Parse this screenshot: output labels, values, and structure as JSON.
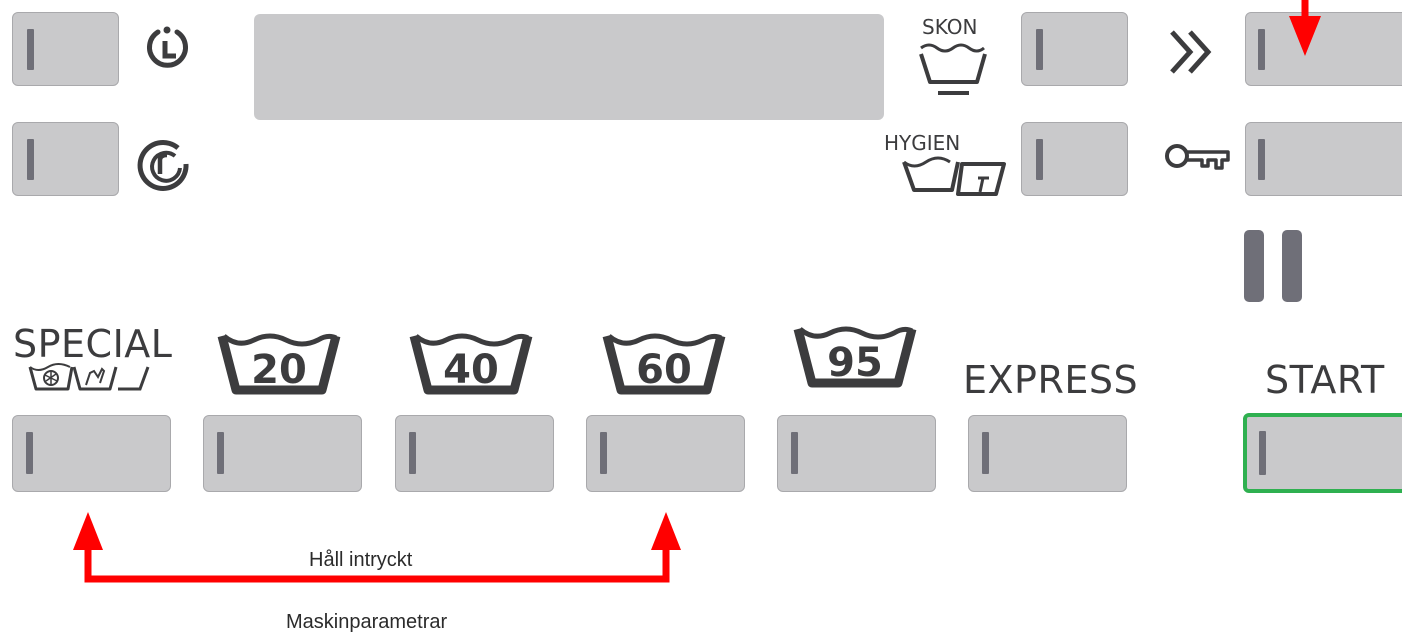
{
  "panel": {
    "top_row": {
      "skon_label": "SKON",
      "hygien_label": "HYGIEN"
    },
    "programs": {
      "special_label": "SPECIAL",
      "temp_20": "20",
      "temp_40": "40",
      "temp_60": "60",
      "temp_95": "95",
      "express_label": "EXPRESS",
      "start_label": "START"
    },
    "icons": [
      "timer-icon",
      "rinse-icon",
      "shoe-wash-icon",
      "hygiene-wash-icon",
      "fast-forward-icon",
      "key-lock-icon",
      "pause-icon",
      "wool-hand-wash-icon"
    ]
  },
  "annotations": {
    "hold_text": "Håll intryckt",
    "machine_params_text": "Maskinparametrar",
    "arrow_color": "#ff0000",
    "start_border_color": "#2fb050"
  }
}
